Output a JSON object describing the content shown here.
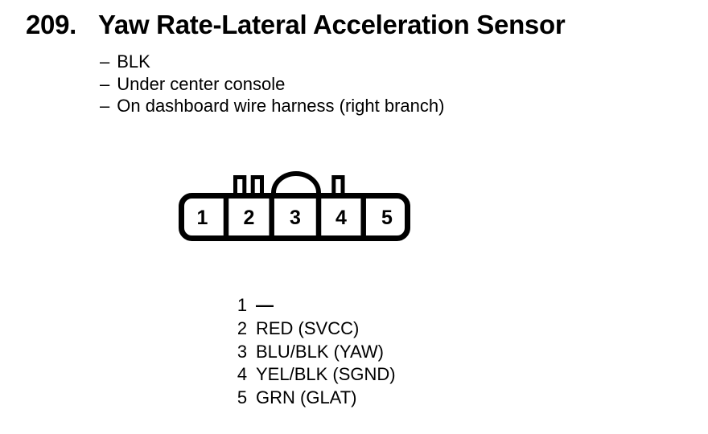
{
  "colors": {
    "ink": "#000000",
    "paper": "#ffffff"
  },
  "header": {
    "number": "209.",
    "title": "Yaw Rate-Lateral Acceleration Sensor"
  },
  "notes": {
    "bullet": "–",
    "items": [
      "BLK",
      "Under center console",
      "On dashboard wire harness (right branch)"
    ]
  },
  "connector": {
    "pins": [
      "1",
      "2",
      "3",
      "4",
      "5"
    ]
  },
  "legend": {
    "rows": [
      {
        "pin": "1",
        "label": "—"
      },
      {
        "pin": "2",
        "label": "RED (SVCC)"
      },
      {
        "pin": "3",
        "label": "BLU/BLK (YAW)"
      },
      {
        "pin": "4",
        "label": "YEL/BLK (SGND)"
      },
      {
        "pin": "5",
        "label": "GRN (GLAT)"
      }
    ]
  }
}
